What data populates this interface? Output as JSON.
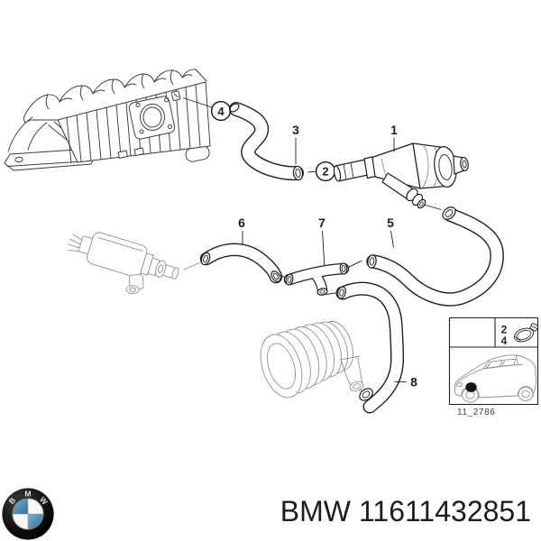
{
  "diagram": {
    "callouts": {
      "c1": "1",
      "c2": "2",
      "c3": "3",
      "c4": "4",
      "c5": "5",
      "c6": "6",
      "c7": "7",
      "c8": "8"
    },
    "inset": {
      "num_top": "2",
      "num_bottom": "4",
      "image_ref": "11_2786"
    }
  },
  "footer": {
    "brand": "BMW",
    "part_number": "11611432851",
    "logo_letters": [
      "B",
      "M",
      "W"
    ]
  },
  "colors": {
    "line": "#1f1f1f",
    "soft_line": "#8f8f8f",
    "logo_blue": "#4584ad",
    "text": "#1c1c1c"
  }
}
